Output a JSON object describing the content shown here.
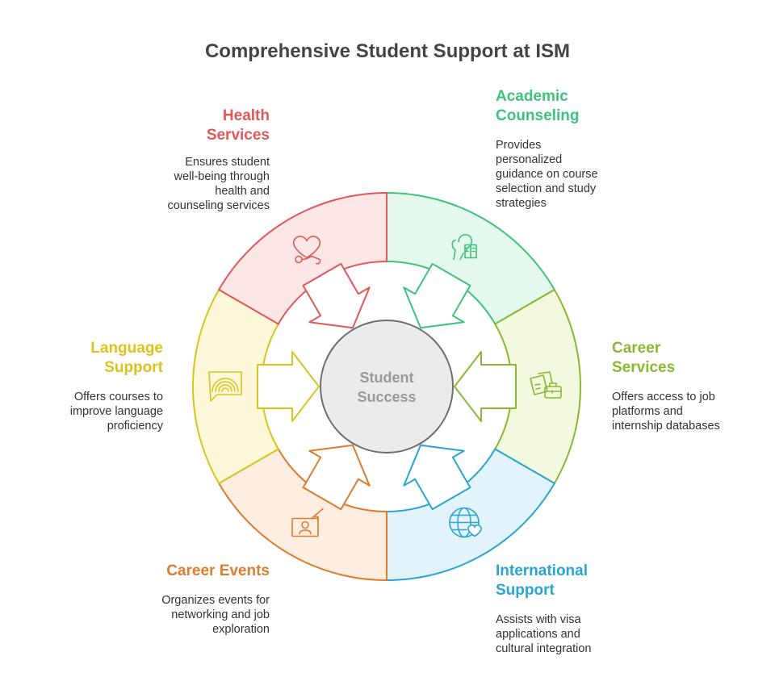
{
  "title": "Comprehensive Student Support at ISM",
  "center": {
    "line1": "Student",
    "line2": "Success"
  },
  "segments": [
    {
      "id": "academic",
      "title": [
        "Academic",
        "Counseling"
      ],
      "desc": [
        "Provides",
        "personalized",
        "guidance on course",
        "selection and study",
        "strategies"
      ],
      "color": "#3ec27d",
      "fill": "#e4f8ee",
      "icon": "student-reading-icon"
    },
    {
      "id": "career-services",
      "title": [
        "Career",
        "Services"
      ],
      "desc": [
        "Offers access to job",
        "platforms and",
        "internship databases"
      ],
      "color": "#8ab832",
      "fill": "#f2f9df",
      "icon": "briefcase-documents-icon"
    },
    {
      "id": "international",
      "title": [
        "International",
        "Support"
      ],
      "desc": [
        "Assists with visa",
        "applications and",
        "cultural integration"
      ],
      "color": "#2aa5d3",
      "fill": "#e2f3fb",
      "icon": "globe-heart-icon"
    },
    {
      "id": "career-events",
      "title": [
        "Career Events"
      ],
      "desc": [
        "Organizes events for",
        "networking and job",
        "exploration"
      ],
      "color": "#dd7b2e",
      "fill": "#fdeee1",
      "icon": "presentation-badge-icon"
    },
    {
      "id": "language",
      "title": [
        "Language",
        "Support"
      ],
      "desc": [
        "Offers courses to",
        "improve language",
        "proficiency"
      ],
      "color": "#d9c41c",
      "fill": "#fcf8d9",
      "icon": "speech-bubble-icon"
    },
    {
      "id": "health",
      "title": [
        "Health",
        "Services"
      ],
      "desc": [
        "Ensures student",
        "well-being through",
        "health and",
        "counseling services"
      ],
      "color": "#e0585a",
      "fill": "#fde6e6",
      "icon": "heart-stethoscope-icon"
    }
  ]
}
